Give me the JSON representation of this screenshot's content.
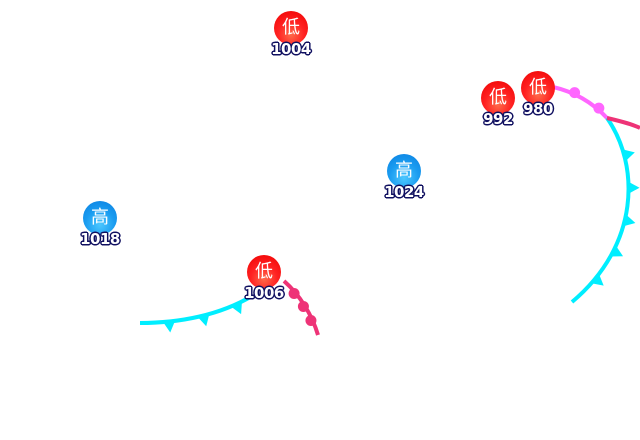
{
  "colors": {
    "cold_front": "#00eeff",
    "warm_front": "#ee3377",
    "occluded_front": "#ff66ff",
    "low": "#ee1111",
    "high": "#1a9cf0",
    "pressure_text_outline": "#101060"
  },
  "systems": [
    {
      "type": "low",
      "symbol": "低",
      "pressure": "1004"
    },
    {
      "type": "low",
      "symbol": "低",
      "pressure": "992"
    },
    {
      "type": "low",
      "symbol": "低",
      "pressure": "980"
    },
    {
      "type": "high",
      "symbol": "高",
      "pressure": "1024"
    },
    {
      "type": "high",
      "symbol": "高",
      "pressure": "1018"
    },
    {
      "type": "low",
      "symbol": "低",
      "pressure": "1006"
    }
  ],
  "fronts": [
    {
      "type": "cold_front"
    },
    {
      "type": "warm_front"
    },
    {
      "type": "occluded_front"
    },
    {
      "type": "cold_front"
    },
    {
      "type": "warm_front"
    }
  ]
}
